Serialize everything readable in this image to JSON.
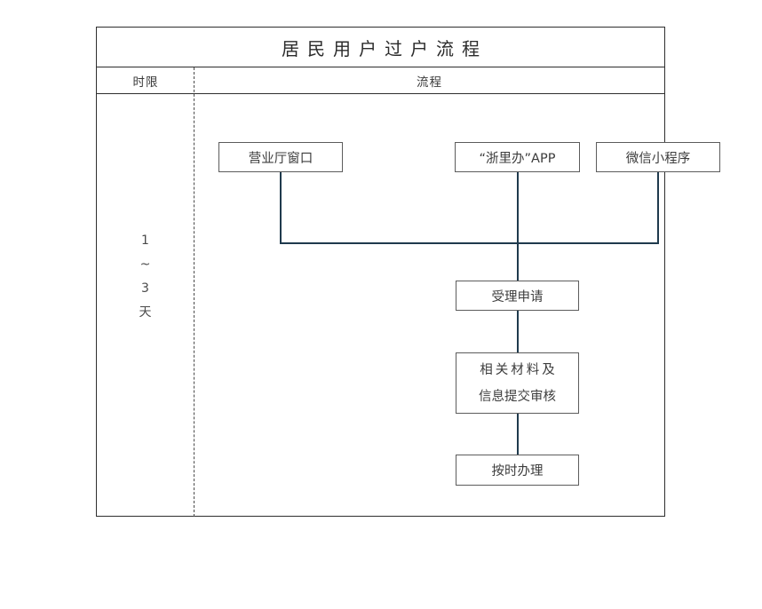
{
  "chart_data": {
    "type": "diagram",
    "title": "居民用户过户流程",
    "columns": [
      "时限",
      "流程"
    ],
    "time_limit": [
      "1",
      "~",
      "3",
      "天"
    ],
    "nodes": [
      {
        "id": "hall",
        "label": "营业厅窗口",
        "row": 1,
        "col": 1
      },
      {
        "id": "app",
        "label": "“浙里办”APP",
        "row": 1,
        "col": 2
      },
      {
        "id": "wechat",
        "label": "微信小程序",
        "row": 1,
        "col": 3
      },
      {
        "id": "accept",
        "label": "受理申请",
        "row": 2,
        "col": 2
      },
      {
        "id": "submit",
        "label": "相关材料及信息提交审核",
        "row": 3,
        "col": 2
      },
      {
        "id": "handle",
        "label": "按时办理",
        "row": 4,
        "col": 2
      }
    ],
    "edges": [
      {
        "from": "hall",
        "to": "accept"
      },
      {
        "from": "app",
        "to": "accept"
      },
      {
        "from": "wechat",
        "to": "accept"
      },
      {
        "from": "accept",
        "to": "submit"
      },
      {
        "from": "submit",
        "to": "handle"
      }
    ],
    "connector_color": "#1f3a4d",
    "box_border_color": "#5c5c5c",
    "table_border_color": "#2e2e2e",
    "divider_style": "dashed"
  },
  "table": {
    "title": "居民用户过户流程",
    "header": {
      "time_limit": "时限",
      "flow": "流程"
    }
  },
  "timelimit": {
    "value_start": "1",
    "range_mark": "~",
    "value_end": "3",
    "unit": "天"
  },
  "boxes": {
    "hall": "营业厅窗口",
    "app": "“浙里办”APP",
    "wechat": "微信小程序",
    "accept": "受理申请",
    "submit_line1": "相关材料及",
    "submit_line2": "信息提交审核",
    "handle": "按时办理"
  }
}
